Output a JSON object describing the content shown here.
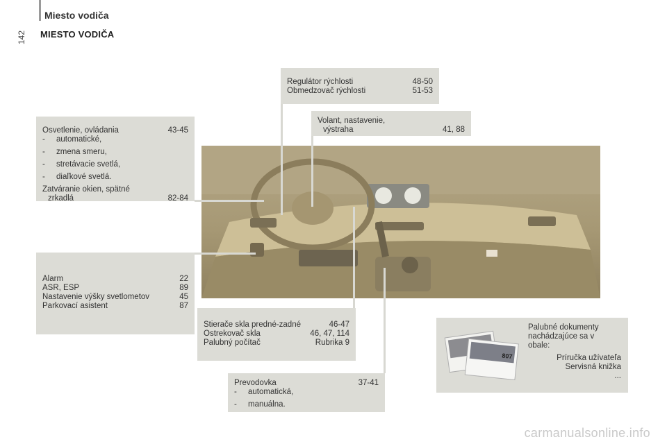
{
  "header": {
    "section": "Miesto vodiča",
    "page_number": "142"
  },
  "title": "MIESTO VODIČA",
  "boxes": {
    "cruise": {
      "rows": [
        {
          "label": "Regulátor rýchlosti",
          "pages": "48-50"
        },
        {
          "label": "Obmedzovač rýchlosti",
          "pages": "51-53"
        }
      ]
    },
    "steering": {
      "line1": "Volant, nastavenie,",
      "line2": "výstraha",
      "pages": "41, 88"
    },
    "lighting": {
      "title": "Osvetlenie, ovládania",
      "pages": "43-45",
      "items": [
        "automatické,",
        "zmena smeru,",
        "stretávacie svetlá,",
        "diaľkové svetlá."
      ],
      "windows_line1": "Zatváranie okien, spätné",
      "windows_line2": "zrkadlá",
      "windows_pages": "82-84"
    },
    "alarm": {
      "rows": [
        {
          "label": "Alarm",
          "pages": "22"
        },
        {
          "label": "ASR, ESP",
          "pages": "89"
        },
        {
          "label": "Nastavenie výšky svetlometov",
          "pages": "45"
        },
        {
          "label": "Parkovací asistent",
          "pages": "87"
        }
      ]
    },
    "wipers": {
      "rows": [
        {
          "label": "Stierače skla predné-zadné",
          "pages": "46-47"
        },
        {
          "label": "Ostrekovač skla",
          "pages": "46, 47, 114"
        },
        {
          "label": "Palubný počítač",
          "pages": "Rubrika 9"
        }
      ]
    },
    "gearbox": {
      "title": "Prevodovka",
      "pages": "37-41",
      "items": [
        "automatická,",
        "manuálna."
      ]
    },
    "documents": {
      "line1": "Palubné dokumenty",
      "line2": "nachádzajúce sa v",
      "line3": "obale:",
      "item1": "Príručka užívateľa",
      "item2": "Servisná knižka",
      "item3": "...",
      "booklet_label": "807"
    }
  },
  "watermark": "carmanualsonline.info"
}
